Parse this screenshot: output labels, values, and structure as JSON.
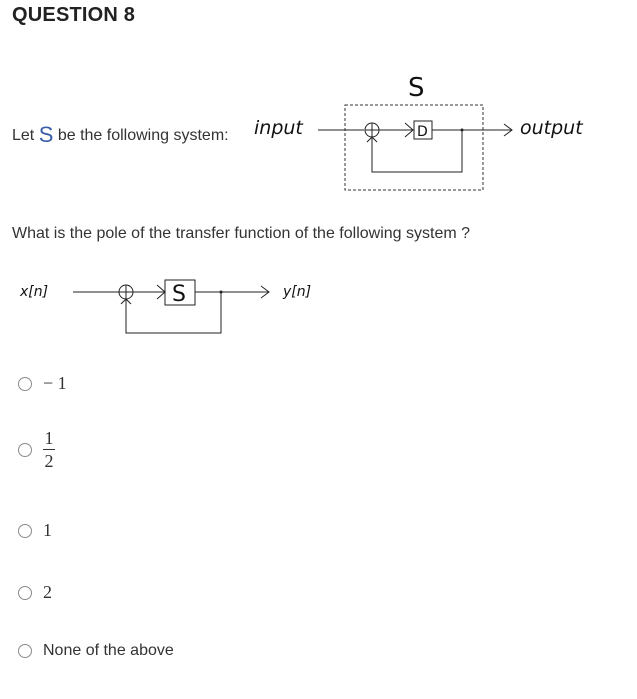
{
  "question": {
    "title": "QUESTION 8",
    "statement_text": "Let",
    "system_symbol": "S",
    "statement_suffix": "be the following system:",
    "prompt": "What is the pole of the transfer function of the following system ?"
  },
  "diagram1": {
    "input_label": "input",
    "output_label": "output",
    "system_label": "S",
    "delay_label": "D"
  },
  "diagram2": {
    "input_label": "x[n]",
    "output_label": "y[n]",
    "block_label": "S"
  },
  "options": {
    "a": {
      "label": "− 1"
    },
    "b": {
      "numerator": "1",
      "denominator": "2"
    },
    "c": {
      "label": "1"
    },
    "d": {
      "label": "2"
    },
    "e": {
      "label": "None of the above"
    }
  }
}
